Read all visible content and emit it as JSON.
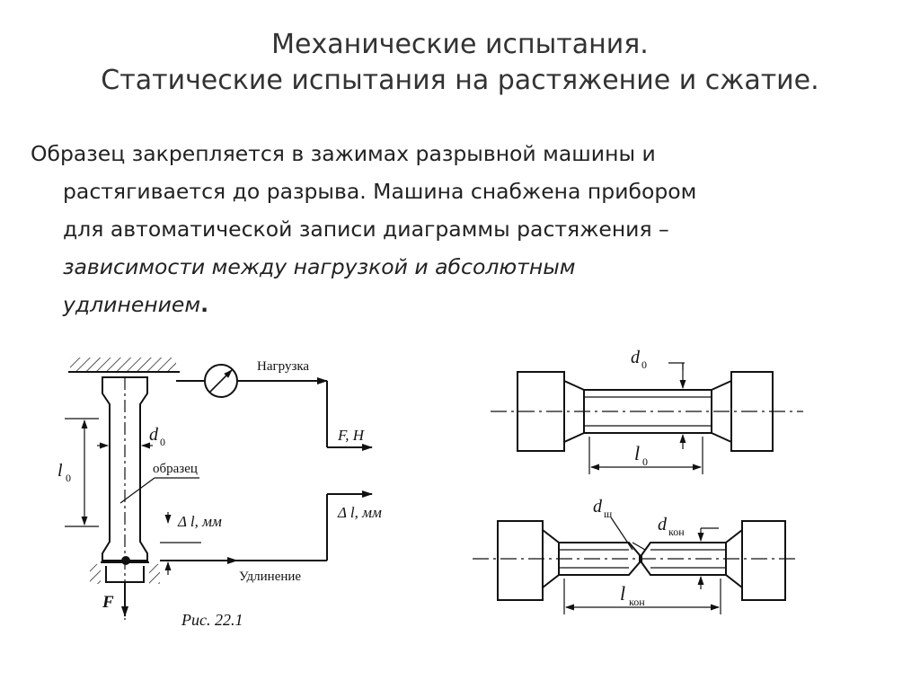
{
  "title": {
    "line1": "Механические испытания.",
    "line2": "Статические испытания на растяжение и сжатие."
  },
  "body": {
    "line1": "Образец закрепляется в зажимах разрывной машины и",
    "line2": "растягивается до разрыва. Машина снабжена прибором",
    "line3": "для автоматической записи диаграммы растяжения –",
    "line4_italic": "зависимости между нагрузкой и абсолютным",
    "line5_italic": "удлинением",
    "line5_end": "."
  },
  "figure_left": {
    "load": "Нагрузка",
    "force": "F, Н",
    "d0": "d",
    "d0_sub": "0",
    "l0": "l",
    "l0_sub": "0",
    "specimen": "образец",
    "delta_l": "Δ l, мм",
    "delta_l_out": "Δ l, мм",
    "elongation": "Удлинение",
    "F": "F",
    "caption": "Рис. 22.1"
  },
  "figure_right_top": {
    "d0": "d",
    "d0_sub": "0",
    "l0": "l",
    "l0_sub": "0"
  },
  "figure_right_bottom": {
    "dsh": "d",
    "dsh_sub": "ш",
    "dkon": "d",
    "dkon_sub": "кон",
    "lkon": "l",
    "lkon_sub": "кон"
  }
}
